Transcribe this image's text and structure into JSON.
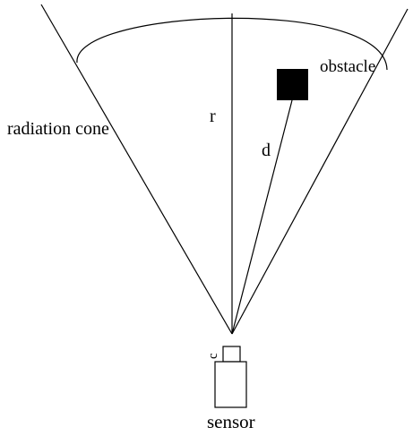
{
  "labels": {
    "radiation_cone": "radiation cone",
    "obstacle": "obstacle",
    "r": "r",
    "d": "d",
    "c": "c",
    "sensor": "sensor"
  },
  "colors": {
    "background": "#ffffff",
    "stroke": "#000000",
    "obstacle_fill": "#000000"
  }
}
